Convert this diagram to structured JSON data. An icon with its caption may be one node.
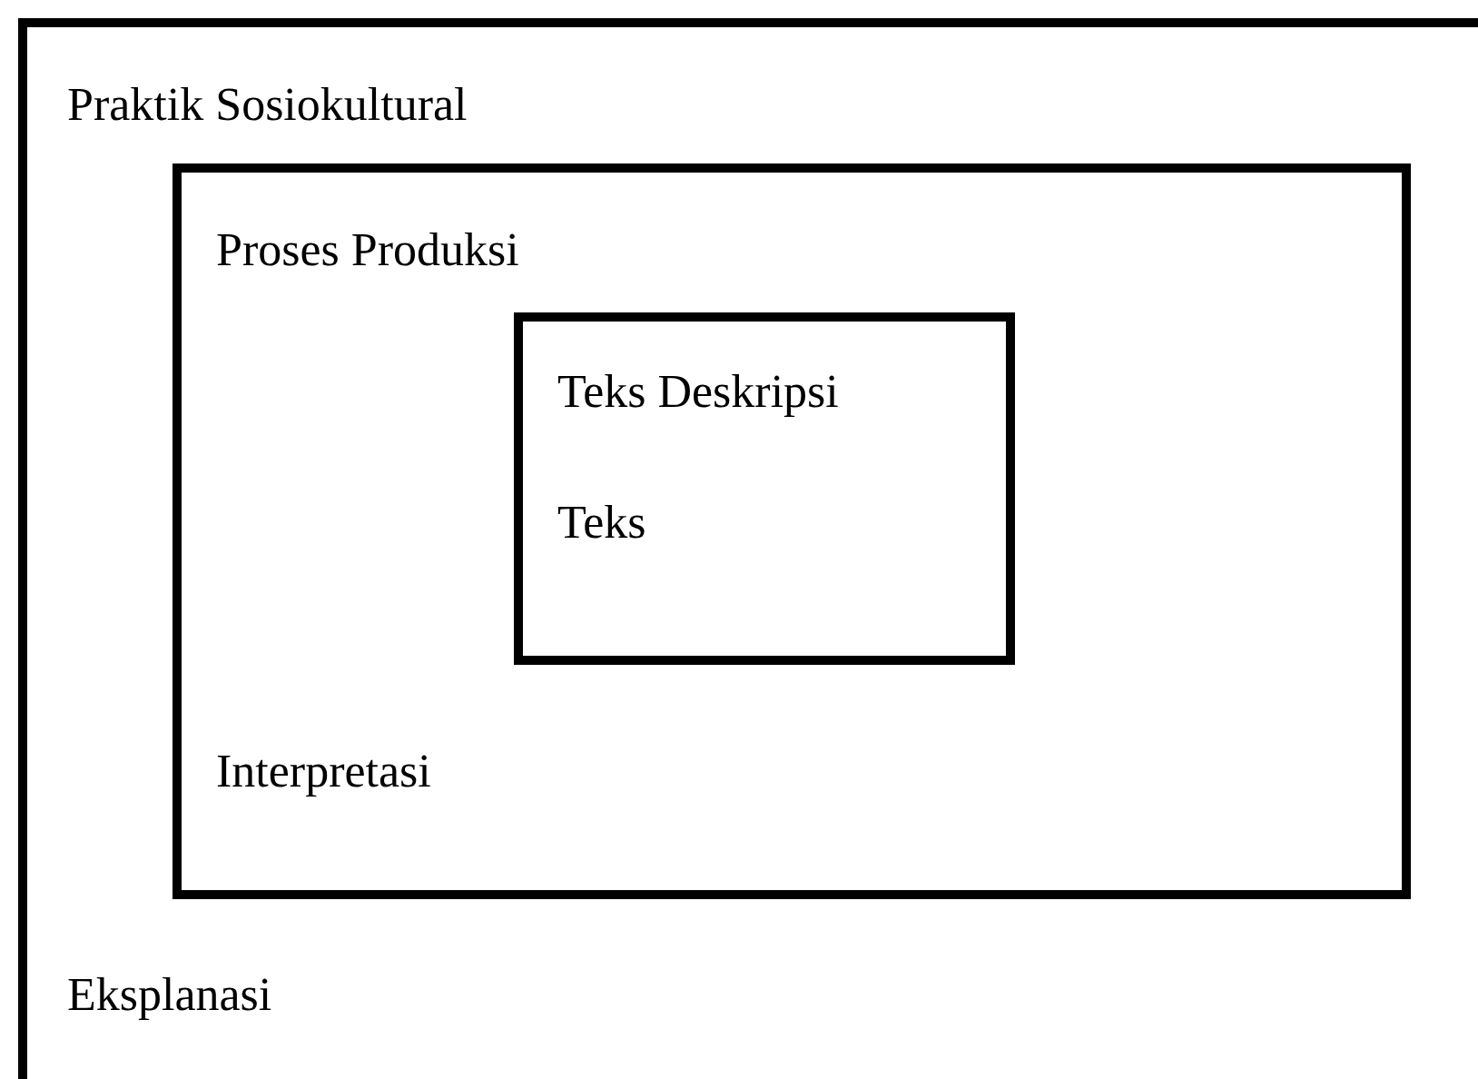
{
  "diagram": {
    "nodes": [
      {
        "text": [
          "Praktik Sosiokultural",
          "Eksplanasi"
        ]
      },
      {
        "text": [
          "Proses Produksi",
          "Interpretasi"
        ],
        "in": 0
      },
      {
        "text": [
          "Teks Deskripsi",
          "Teks"
        ],
        "in": 1
      }
    ]
  }
}
